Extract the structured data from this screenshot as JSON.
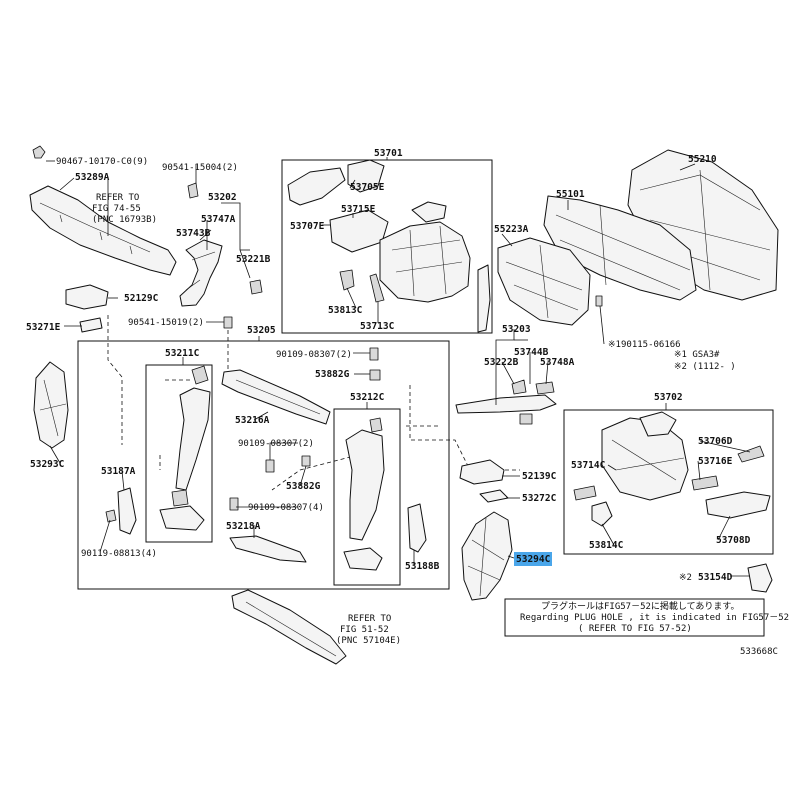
{
  "parts": {
    "p90467": "90467-10170-C0(9)",
    "p53289A": "53289A",
    "p90541a": "90541-15004(2)",
    "p53202": "53202",
    "p53747A": "53747A",
    "p53743B": "53743B",
    "p53221B": "53221B",
    "p53701": "53701",
    "p53705E": "53705E",
    "p53707E": "53707E",
    "p53715E": "53715E",
    "p53813C": "53813C",
    "p53713C": "53713C",
    "p55210": "55210",
    "p55101": "55101",
    "p55223A": "55223A",
    "p90115": "90115-06166",
    "p52129C": "52129C",
    "p53271E": "53271E",
    "p90541b": "90541-15019(2)",
    "p53205": "53205",
    "p53293C": "53293C",
    "p53211C": "53211C",
    "p90109a": "90109-08307(2)",
    "p53882Ga": "53882G",
    "p53212C": "53212C",
    "p53216A": "53216A",
    "p90109b": "90109-08307(2)",
    "p53882Gb": "53882G",
    "p53187A": "53187A",
    "p90109c": "90109-08307(4)",
    "p53218A": "53218A",
    "p90119": "90119-08813(4)",
    "p53188B": "53188B",
    "p53203": "53203",
    "p53744B": "53744B",
    "p53222B": "53222B",
    "p53748A": "53748A",
    "p52139C": "52139C",
    "p53272C": "53272C",
    "p53294C": "53294C",
    "p53702": "53702",
    "p53706D": "53706D",
    "p53714C": "53714C",
    "p53716E": "53716E",
    "p53814C": "53814C",
    "p53708D": "53708D",
    "p53154D": "53154D"
  },
  "refs": {
    "ref1_l1": "REFER TO",
    "ref1_l2": "FIG 74-55",
    "ref1_l3": "(PNC 16793B)",
    "ref2_l1": "REFER TO",
    "ref2_l2": "FIG 51-52",
    "ref2_l3": "(PNC 57104E)"
  },
  "markers": {
    "m1": "※1",
    "m2": "※2",
    "note1": "※1 GSA3#",
    "note2": "※2 (1112-    )"
  },
  "note_box": {
    "line1": "プラグホールはFIG57－52に掲載してあります。",
    "line2": "Regarding PLUG HOLE , it is indicated in FIG57－52",
    "line3": "(   REFER TO FIG 57-52)"
  },
  "diagram_id": "533668C",
  "colors": {
    "highlight": "#4aa6ea",
    "line": "#111111"
  }
}
